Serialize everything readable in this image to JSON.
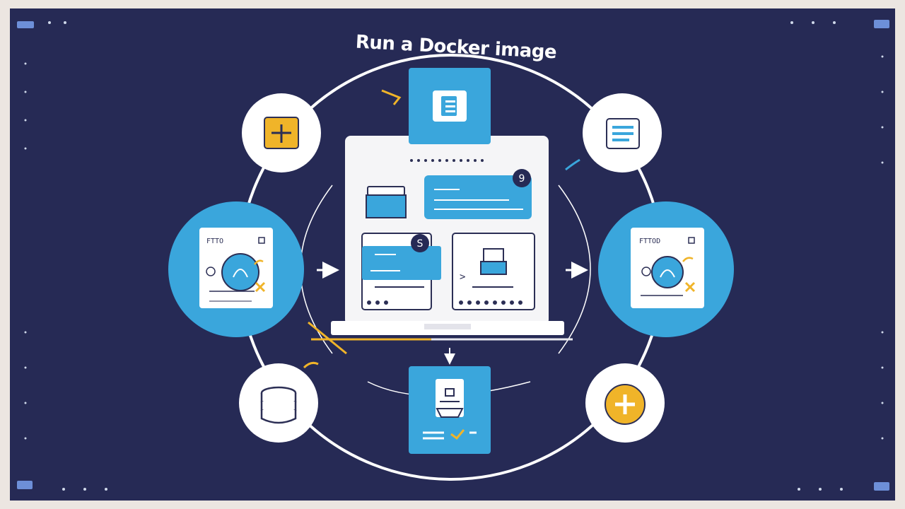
{
  "title": "Run a Docker image",
  "colors": {
    "background": "#262a55",
    "frame": "#ece6e1",
    "accent_blue": "#3aa6dc",
    "accent_yellow": "#f0b429",
    "white": "#ffffff"
  },
  "nodes": {
    "top_center": {
      "icon": "document-icon"
    },
    "top_left": {
      "icon": "plus-icon"
    },
    "top_right": {
      "icon": "list-icon"
    },
    "left": {
      "icon": "container-card-icon",
      "label": "FTTO"
    },
    "right": {
      "icon": "container-card-icon",
      "label": "FTTOD"
    },
    "bottom_left": {
      "icon": "database-icon"
    },
    "bottom_center": {
      "icon": "ship-icon"
    },
    "bottom_right": {
      "icon": "plus-circle-icon"
    }
  },
  "laptop": {
    "badge_top_right": "9",
    "badge_left_panel": "S",
    "terminal_prompt": ">"
  }
}
